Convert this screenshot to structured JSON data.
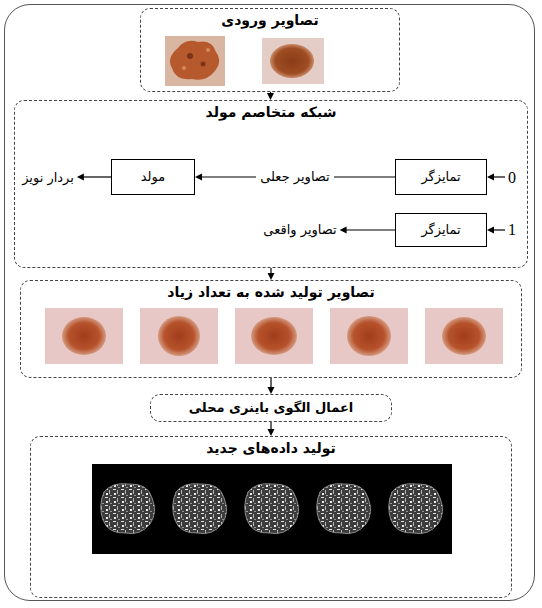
{
  "diagram": {
    "nodes": [
      {
        "text": [
          "تصاویر ورودی"
        ]
      },
      {
        "text": [
          "شبکه متخاصم مولد"
        ]
      },
      {
        "text": [
          "مولد"
        ],
        "in": 1
      },
      {
        "text": [
          "تمایزگر"
        ],
        "in": 1
      },
      {
        "text": [
          "تمایزگر"
        ],
        "in": 1
      },
      {
        "text": [
          "تصاویر تولید شده به تعداد زیاد"
        ]
      },
      {
        "text": [
          "اعمال الگوی باینری محلی"
        ]
      },
      {
        "text": [
          "تولید داده‌های جدید"
        ]
      }
    ],
    "edges": [
      {
        "from": 0,
        "to": 1,
        "arrow": "to"
      },
      {
        "from": 3,
        "to": 2,
        "label": "تصاویر جعلی",
        "arrow": "to"
      },
      {
        "from": 1,
        "to": 5,
        "arrow": "to"
      },
      {
        "from": 5,
        "to": 6,
        "arrow": "to"
      },
      {
        "from": 6,
        "to": 7,
        "arrow": "to"
      }
    ],
    "labels": [
      "بردار نویز",
      "0",
      "تصاویر واقعی",
      "1"
    ]
  }
}
